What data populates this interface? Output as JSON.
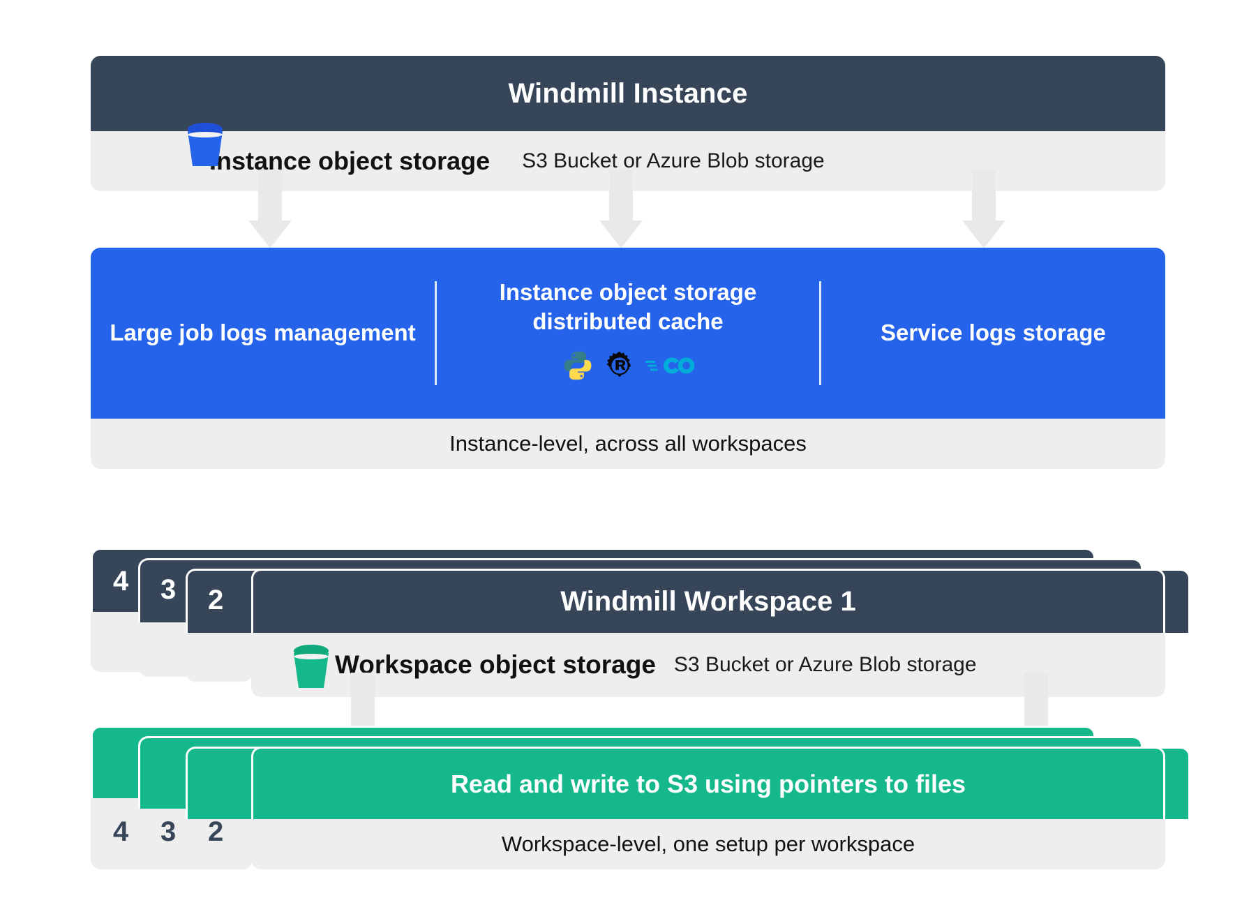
{
  "instance": {
    "title": "Windmill Instance",
    "storage_label": "Instance object storage",
    "storage_sub": "S3 Bucket or Azure Blob storage",
    "bucket_icon": "bucket-icon",
    "bucket_color": "#2563eb"
  },
  "features": {
    "accent_color": "#2563eb",
    "columns": [
      {
        "title": "Large job logs management"
      },
      {
        "title": "Instance object storage distributed cache"
      },
      {
        "title": "Service logs storage"
      }
    ],
    "languages": [
      {
        "name": "python-icon",
        "label": "Python"
      },
      {
        "name": "rust-icon",
        "label": "Rust"
      },
      {
        "name": "go-icon",
        "label": "Go"
      }
    ],
    "footer": "Instance-level, across all workspaces"
  },
  "workspace": {
    "title": "Windmill Workspace 1",
    "storage_label": "Workspace object storage",
    "storage_sub": "S3 Bucket or Azure Blob storage",
    "bucket_icon": "bucket-icon",
    "bucket_color": "#14b88a",
    "stack_numbers": [
      "4",
      "3",
      "2"
    ]
  },
  "green": {
    "accent_color": "#14b88a",
    "title": "Read and write to S3 using pointers to files",
    "footer": "Workspace-level, one setup per workspace",
    "stack_numbers": [
      "4",
      "3",
      "2"
    ]
  },
  "colors": {
    "dark": "#374559",
    "grey": "#eeeeee",
    "blue": "#2563eb",
    "green": "#14b88a",
    "white": "#ffffff"
  }
}
